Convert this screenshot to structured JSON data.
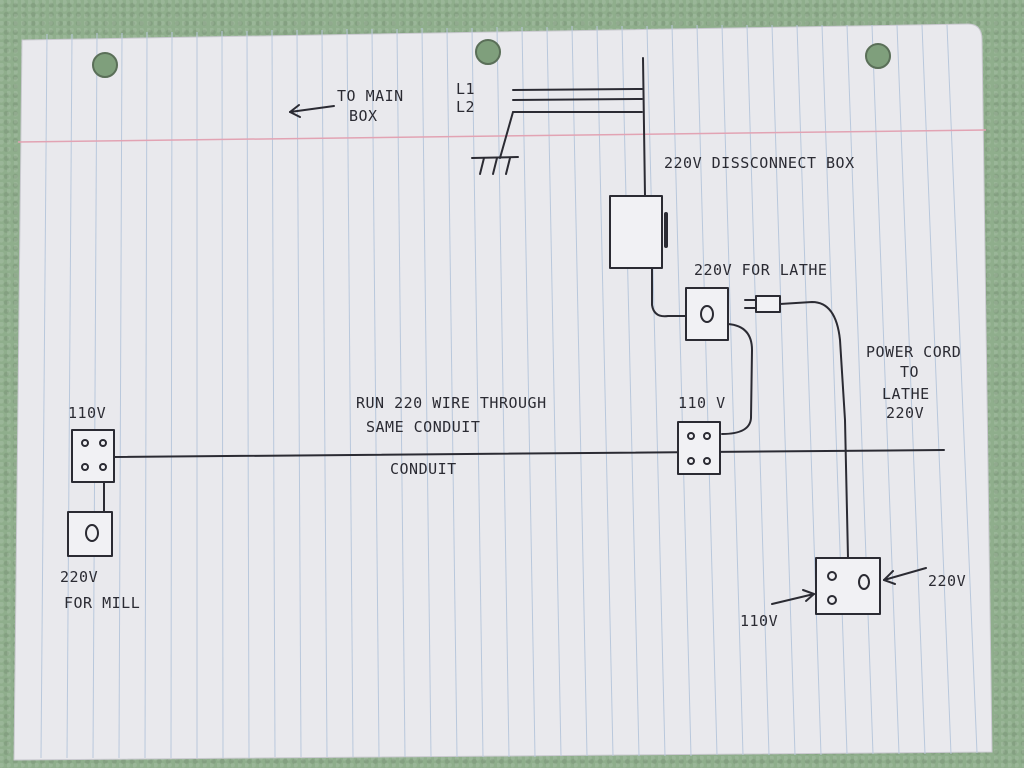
{
  "labels": {
    "to_main_box_line1": "TO MAIN",
    "to_main_box_line2": "BOX",
    "l1": "L1",
    "l2": "L2",
    "disconnect_box": "220V DISSCONNECT BOX",
    "lathe_outlet": "220V FOR LATHE",
    "power_cord_line1": "POWER CORD",
    "power_cord_line2": "TO",
    "power_cord_line3": "LATHE",
    "power_cord_line4": "220V",
    "run_wire_line1": "RUN 220 WIRE THROUGH",
    "run_wire_line2": "SAME CONDUIT",
    "conduit": "CONDUIT",
    "left_duplex_110": "110V",
    "center_duplex_110": "110 V",
    "mill_outlet_line1": "220V",
    "mill_outlet_line2": "FOR MILL",
    "combo_110": "110V",
    "combo_220": "220V"
  },
  "colors": {
    "background": "#8fae8c",
    "paper": "#e9e9ed",
    "ruled_lines": "#b9c8dc",
    "margin_line": "#e2a3b3",
    "ink": "#2b2b33"
  }
}
